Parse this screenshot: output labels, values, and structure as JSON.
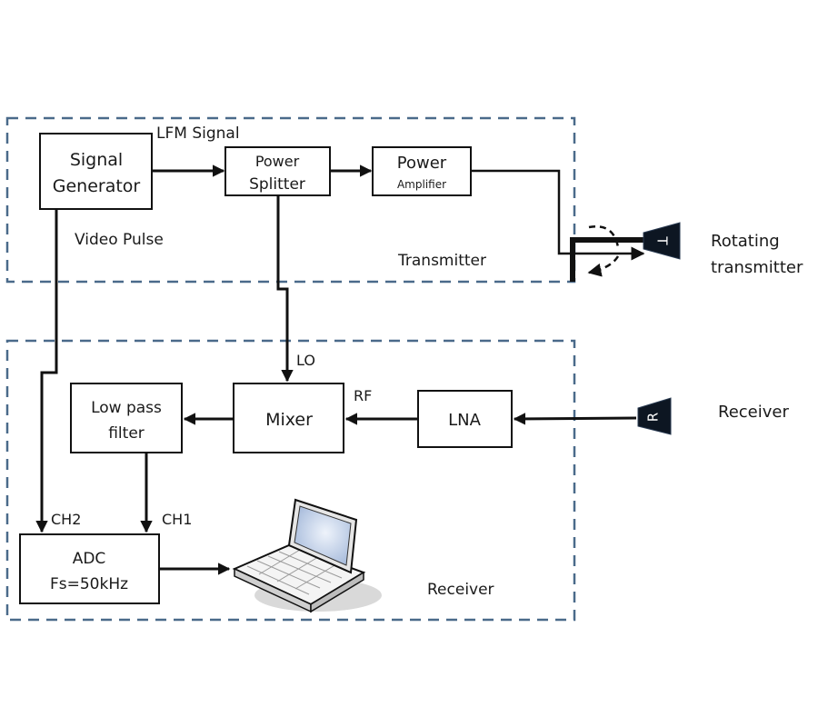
{
  "diagram": {
    "regions": {
      "transmitter": {
        "label": "Transmitter"
      },
      "receiver": {
        "label": "Receiver"
      }
    },
    "blocks": {
      "signal_generator": {
        "line1": "Signal",
        "line2": "Generator"
      },
      "power_splitter": {
        "line1": "Power",
        "line2": "Splitter"
      },
      "power_amplifier": {
        "line1": "Power",
        "line2": "Amplifier"
      },
      "mixer": {
        "label": "Mixer"
      },
      "low_pass_filter": {
        "line1": "Low pass",
        "line2": "filter"
      },
      "lna": {
        "label": "LNA"
      },
      "adc": {
        "line1": "ADC",
        "line2": "Fs=50kHz"
      }
    },
    "signals": {
      "lfm": "LFM Signal",
      "video_pulse": "Video Pulse",
      "lo": "LO",
      "rf": "RF",
      "ch1": "CH1",
      "ch2": "CH2"
    },
    "antennas": {
      "transmit": {
        "glyph": "T",
        "caption_line1": "Rotating",
        "caption_line2": "transmitter"
      },
      "receive": {
        "glyph": "R",
        "caption": "Receiver"
      }
    },
    "colors": {
      "region_border": "#4a6a8a",
      "line": "#111111",
      "antenna_fill": "#0d1622",
      "laptop_screen": "#b9cbe8"
    }
  }
}
